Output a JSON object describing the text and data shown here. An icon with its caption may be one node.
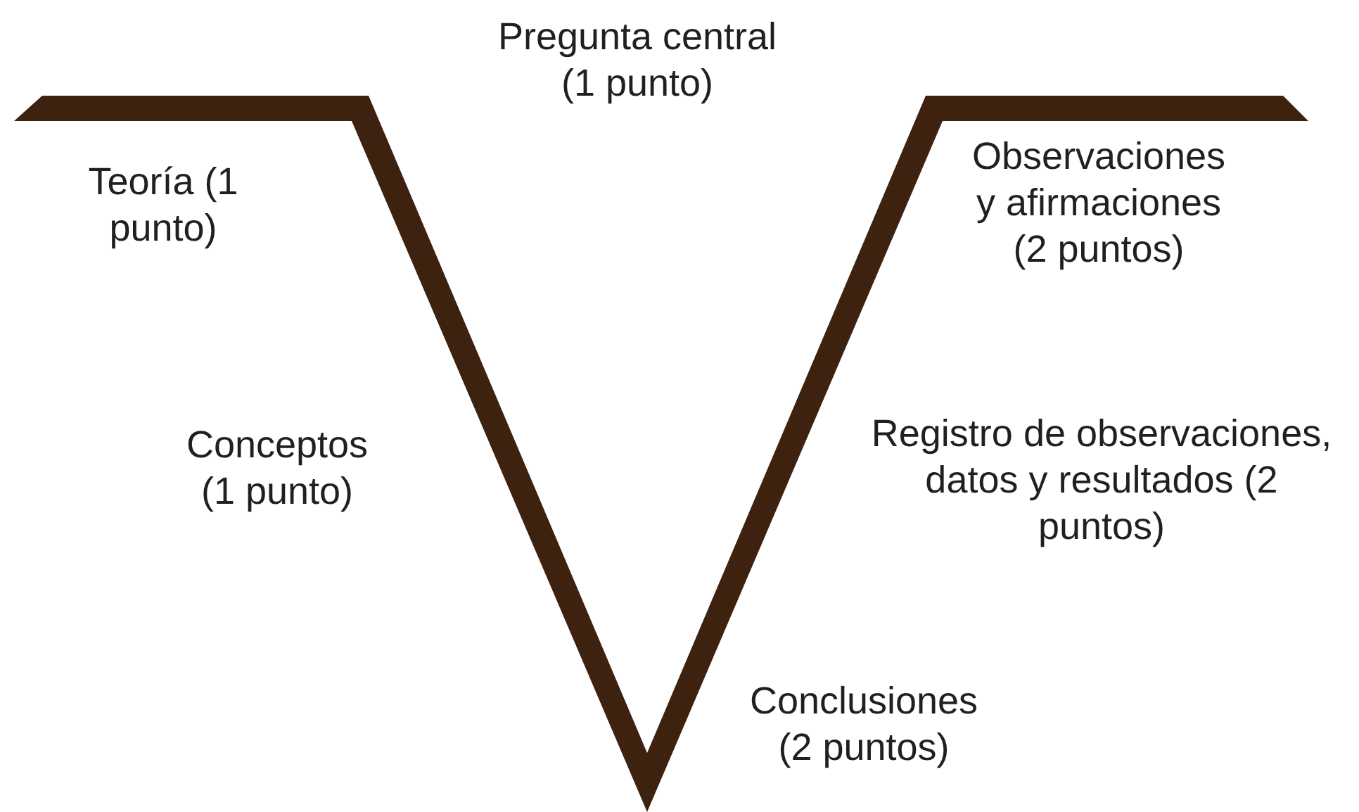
{
  "diagram": {
    "labels": [
      "Pregunta central (1 punto)",
      "Teoría (1 punto)",
      "Observaciones y afirmaciones (2 puntos)",
      "Conceptos (1 punto)",
      "Registro de observaciones, datos y resultados (2 puntos)",
      "Conclusiones (2 puntos)"
    ]
  }
}
